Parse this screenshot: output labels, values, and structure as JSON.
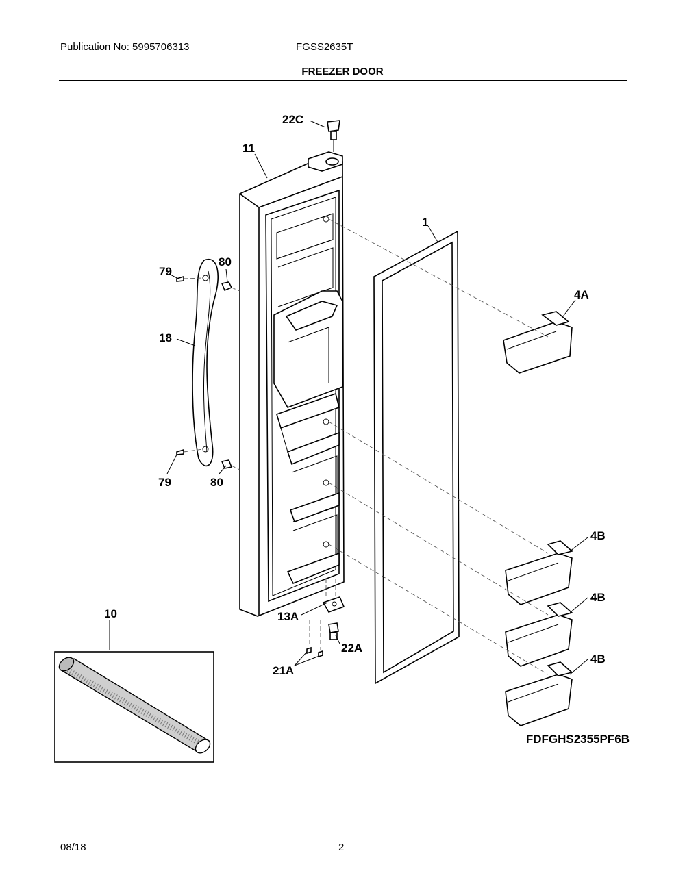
{
  "header": {
    "publication": "Publication No: 5995706313",
    "model": "FGSS2635T",
    "section_title": "FREEZER DOOR"
  },
  "callouts": {
    "c22C": "22C",
    "c11": "11",
    "c1": "1",
    "c79_top": "79",
    "c80_top": "80",
    "c4A": "4A",
    "c18": "18",
    "c79_bottom": "79",
    "c80_bottom": "80",
    "c4B_1": "4B",
    "c4B_2": "4B",
    "c4B_3": "4B",
    "c10": "10",
    "c13A": "13A",
    "c22A": "22A",
    "c21A": "21A"
  },
  "figure_code": "FDFGHS2355PF6B",
  "footer": {
    "date": "08/18",
    "page": "2"
  }
}
